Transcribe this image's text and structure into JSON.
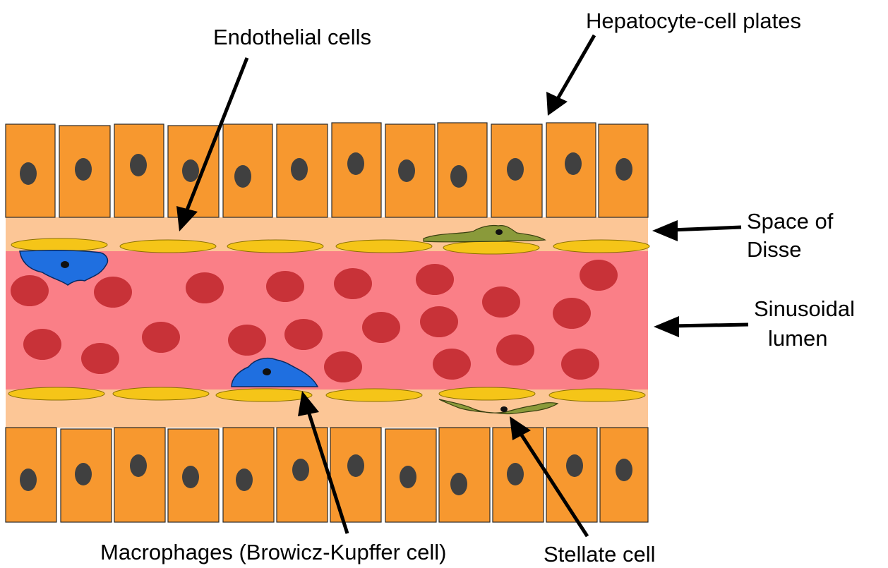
{
  "labels": {
    "endothelial": "Endothelial cells",
    "hepatocyte": "Hepatocyte-cell plates",
    "disse_line1": "Space of",
    "disse_line2": "Disse",
    "lumen_line1": "Sinusoidal",
    "lumen_line2": "lumen",
    "macrophages": "Macrophages (Browicz-Kupffer cell)",
    "stellate": "Stellate cell"
  },
  "colors": {
    "hepatocyte": "#f7982f",
    "hepatocyte_nucleus": "#404040",
    "space_of_disse": "#fcc696",
    "sinusoidal_lumen": "#fa7f87",
    "red_blood_cell": "#c83238",
    "endothelial_cell": "#f5c518",
    "macrophage": "#1f6fe0",
    "stellate_cell": "#8a9a3a"
  }
}
